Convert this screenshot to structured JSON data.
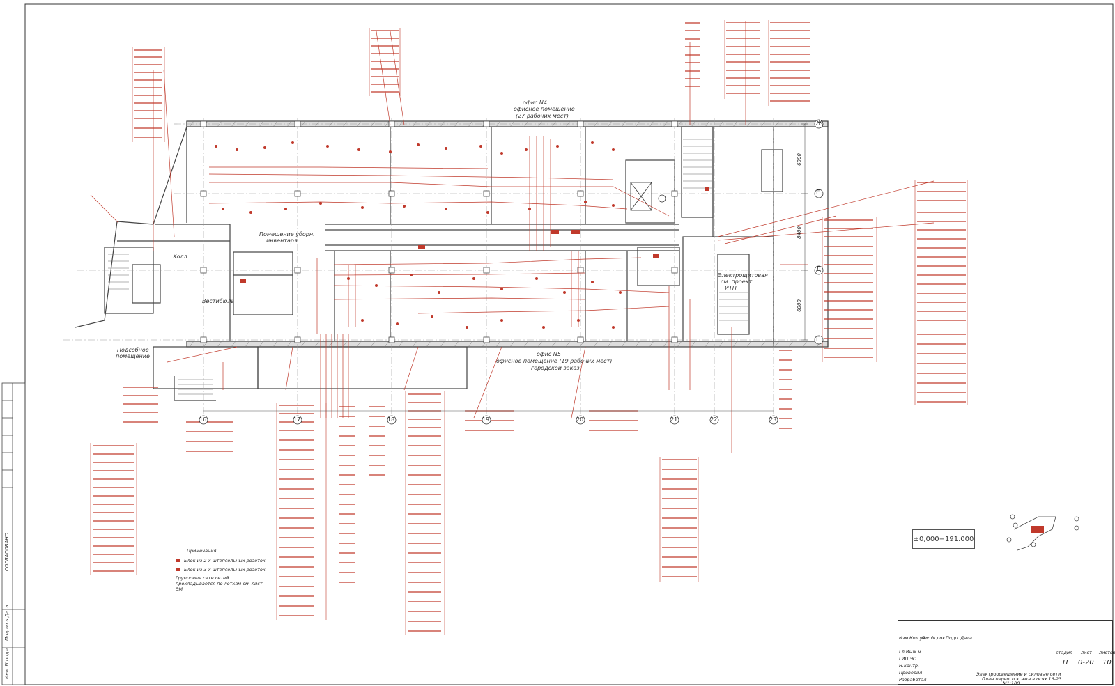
{
  "sheet": {
    "line_color": "#444444",
    "cable_color": "#c0392b"
  },
  "rooms": {
    "office4": [
      "офис N4",
      "офисное помещение",
      "(27 рабочих мест)"
    ],
    "office5": [
      "офис N5",
      "офисное помещение (19 рабочих мест)",
      "городской заказ"
    ],
    "toilet": [
      "Помещение уборн.",
      "инвентаря"
    ],
    "hall": "Холл",
    "vestibule": "Вестибюль",
    "electrical": [
      "Электрощитовая",
      "см. проект",
      "ИТП"
    ],
    "basement": [
      "Подсобное",
      "помещение"
    ]
  },
  "legend": {
    "title": "Примечания:",
    "items": [
      "Блок из 2-х штепсельных розеток",
      "Блок из 3-х штепсельных розеток",
      "Групповые сети сетей прокладывается по лоткам см. лист ЭМ"
    ]
  },
  "axes": {
    "rows": [
      "Ж",
      "Е",
      "Д",
      "Г"
    ],
    "columns": [
      "16",
      "17",
      "18",
      "19",
      "20",
      "21",
      "22",
      "23"
    ],
    "dimensions": [
      "6000",
      "8400",
      "6000"
    ]
  },
  "level_mark": "±0,000=191.000",
  "side_stamp": {
    "agreed": "СОГЛАСОВАНО",
    "signature": "Подпись  Дата",
    "inv": "Инв. N подл."
  },
  "title_block": {
    "header": [
      "Изм.",
      "Кол.уч.",
      "Лист",
      "N док.",
      "Подп.",
      "Дата"
    ],
    "roles": [
      "Гл.Инж.м.",
      "ГИП ЭО",
      "Н.контр.",
      "Проверил",
      "Разработал"
    ],
    "stage_label": "стадия",
    "sheet_label": "лист",
    "sheets_label": "листов",
    "stage": "П",
    "sheet": "0-20",
    "sheets": "10",
    "drawing_title": [
      "Электроосвещение и силовые сети",
      "План первого этажа в осях 16-23",
      "М1:100"
    ]
  }
}
